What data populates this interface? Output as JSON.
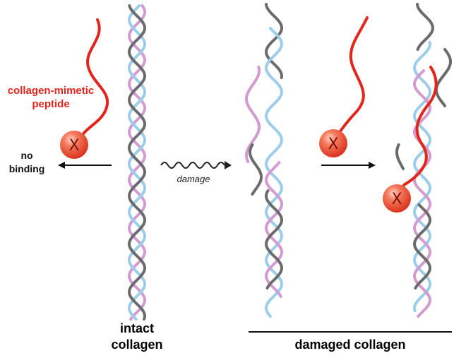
{
  "labels": {
    "peptide_line1": "collagen-mimetic",
    "peptide_line2": "peptide",
    "no_binding_line1": "no",
    "no_binding_line2": "binding",
    "damage": "damage",
    "intact_line1": "intact",
    "intact_line2": "collagen",
    "damaged": "damaged collagen",
    "x_glyph": "X"
  },
  "colors": {
    "peptide": "#e3261c",
    "strand_gray": "#6b6b6b",
    "strand_blue": "#9ccdea",
    "strand_pink": "#d39bd0",
    "arrow": "#111111",
    "ball": "#e8452e"
  }
}
